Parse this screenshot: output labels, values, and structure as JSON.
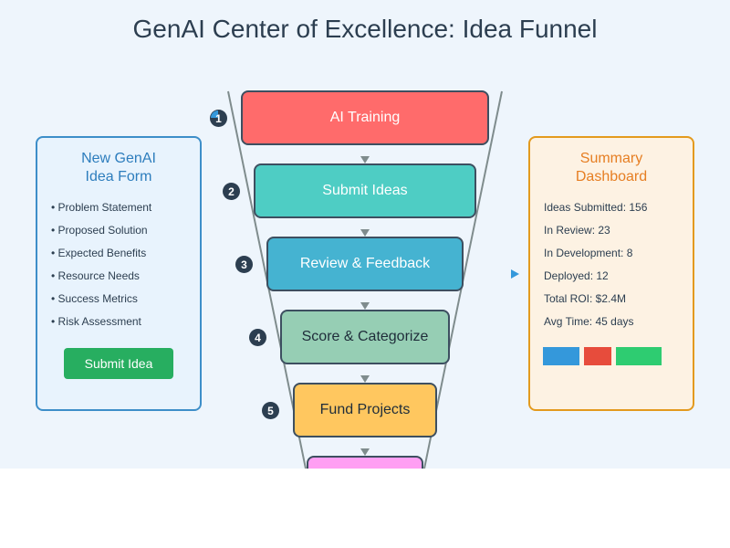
{
  "title": "GenAI Center of Excellence: Idea Funnel",
  "stages": [
    {
      "number": "1",
      "label": "AI Training",
      "color": "#ff6b6b"
    },
    {
      "number": "2",
      "label": "Submit Ideas",
      "color": "#4ecdc4"
    },
    {
      "number": "3",
      "label": "Review & Feedback",
      "color": "#45b3d1"
    },
    {
      "number": "4",
      "label": "Score & Categorize",
      "color": "#96ceb4"
    },
    {
      "number": "5",
      "label": "Fund Projects",
      "color": "#ffc75f"
    },
    {
      "number": "",
      "label": "",
      "color": "#ff9ff3"
    }
  ],
  "idea_form": {
    "title_line1": "New GenAI",
    "title_line2": "Idea Form",
    "items": [
      "• Problem Statement",
      "• Proposed Solution",
      "• Expected Benefits",
      "• Resource Needs",
      "• Success Metrics",
      "• Risk Assessment"
    ],
    "submit_label": "Submit Idea",
    "submit_color": "#27ae60"
  },
  "dashboard": {
    "title_line1": "Summary",
    "title_line2": "Dashboard",
    "stats": [
      "Ideas Submitted: 156",
      "In Review: 23",
      "In Development: 8",
      "Deployed: 12",
      "Total ROI: $2.4M",
      "Avg Time: 45 days"
    ],
    "legend_colors": [
      "#3498db",
      "#e74c3c",
      "#2ecc71"
    ]
  }
}
